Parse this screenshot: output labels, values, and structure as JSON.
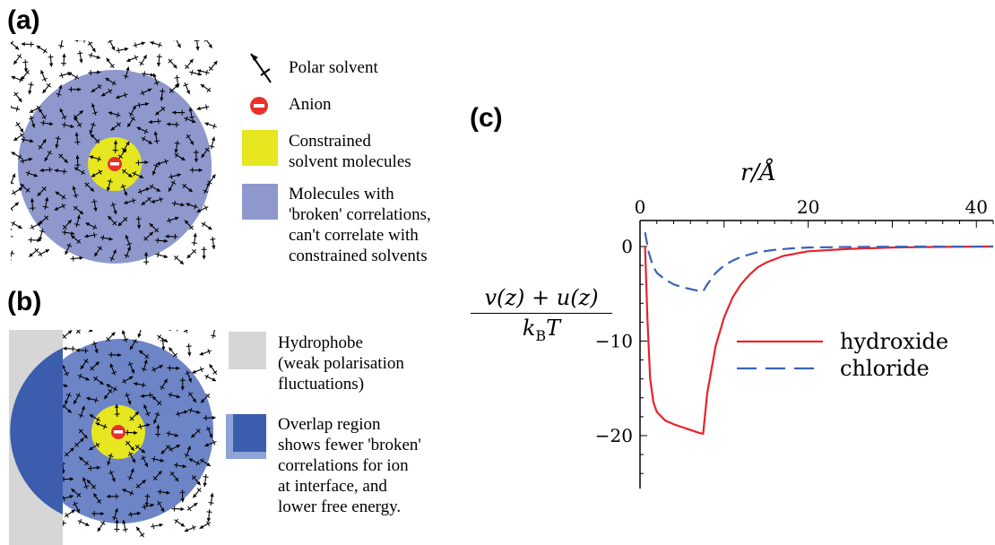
{
  "panels": {
    "a": {
      "label": "(a)",
      "legend": {
        "polar_solvent": "Polar solvent",
        "anion": "Anion",
        "constrained": [
          "Constrained",
          "solvent molecules"
        ],
        "broken": [
          "Molecules with",
          "'broken' correlations,",
          "can't correlate with",
          "constrained solvents"
        ]
      }
    },
    "b": {
      "label": "(b)",
      "legend": {
        "hydrophobe": [
          "Hydrophobe",
          "(weak polarisation",
          "fluctuations)"
        ],
        "overlap": [
          "Overlap region",
          "shows fewer 'broken'",
          "correlations for ion",
          "at interface, and",
          "lower free energy."
        ]
      }
    },
    "c": {
      "label": "(c)",
      "x_axis_title": "r/Å",
      "y_axis_numerator": "v(z) + u(z)",
      "y_axis_denominator": "k",
      "y_axis_denominator_sub": "B",
      "y_axis_denominator_tail": "T"
    }
  },
  "colors": {
    "broken_region": "#8e98cd",
    "overlap_region": "#3c5dad",
    "constrained": "#e6e621",
    "anion": "#e8312a",
    "hydrophobe": "#d6d6d6",
    "hydroxide": "#e8232a",
    "chloride": "#3b63b8"
  },
  "chart_data": {
    "type": "line",
    "title": "",
    "xlabel": "r/Å",
    "ylabel": "(v(z) + u(z)) / kBT",
    "xlim": [
      0,
      42
    ],
    "ylim": [
      -25,
      2
    ],
    "x_ticks": [
      0,
      20,
      40
    ],
    "y_ticks": [
      0,
      -10,
      -20
    ],
    "x_tick_labels": [
      "0",
      "20",
      "40"
    ],
    "y_tick_labels": [
      "0",
      "−10",
      "−20"
    ],
    "x_axis_position": "top",
    "legend_position": "right-center",
    "series": [
      {
        "name": "hydroxide",
        "style": "solid",
        "color": "#e8232a",
        "x": [
          0.6,
          0.9,
          1.2,
          1.6,
          2.0,
          3.0,
          4.0,
          5.0,
          6.0,
          7.0,
          7.5,
          8.0,
          9.0,
          10.0,
          11.0,
          12.0,
          13.0,
          14.0,
          15.0,
          17.0,
          20.0,
          25.0,
          30.0,
          35.0,
          42.0
        ],
        "y": [
          0,
          -8,
          -14,
          -16.5,
          -17.5,
          -18.4,
          -18.8,
          -19.1,
          -19.4,
          -19.7,
          -19.8,
          -15.5,
          -10.5,
          -7.5,
          -5.4,
          -4.0,
          -3.0,
          -2.2,
          -1.7,
          -1.0,
          -0.5,
          -0.25,
          -0.1,
          -0.05,
          0
        ]
      },
      {
        "name": "chloride",
        "style": "dashed",
        "color": "#3b63b8",
        "x": [
          0.6,
          0.8,
          1.0,
          1.5,
          2.0,
          3.0,
          4.0,
          5.0,
          6.0,
          7.0,
          7.5,
          8.0,
          9.0,
          10.0,
          11.0,
          12.0,
          14.0,
          16.0,
          18.0,
          20.0,
          25.0,
          30.0,
          42.0
        ],
        "y": [
          1.5,
          0.5,
          -0.5,
          -2.0,
          -2.8,
          -3.5,
          -4.0,
          -4.3,
          -4.5,
          -4.7,
          -4.75,
          -4.0,
          -2.8,
          -2.0,
          -1.5,
          -1.1,
          -0.6,
          -0.35,
          -0.2,
          -0.1,
          -0.05,
          -0.02,
          0
        ]
      }
    ]
  }
}
